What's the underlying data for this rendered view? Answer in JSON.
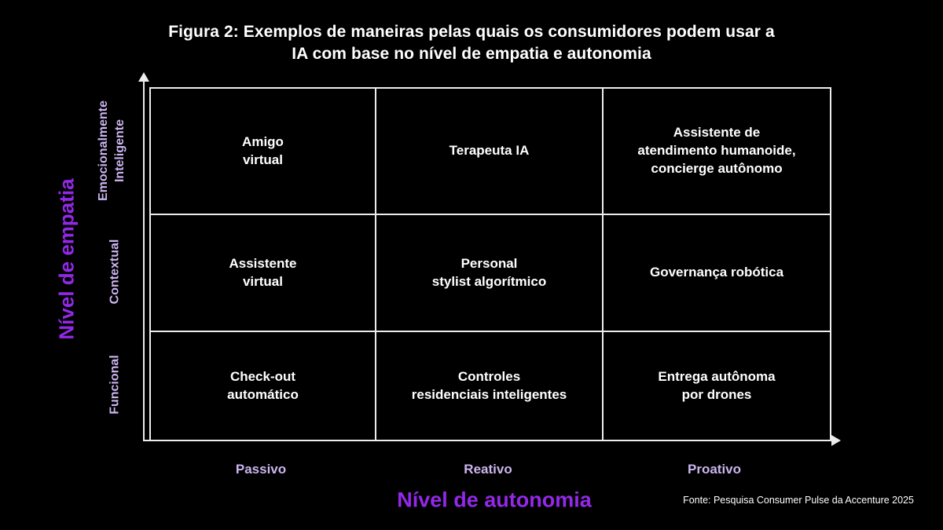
{
  "title": "Figura 2: Exemplos de maneiras pelas quais os consumidores podem usar a\nIA com base no nível de empatia e autonomia",
  "colors": {
    "background": "#000000",
    "accent_purple": "#9428e8",
    "category_lavender": "#cbb5ef",
    "grid_line": "#ededed",
    "text_white": "#ffffff"
  },
  "y_axis": {
    "title": "Nível de empatia",
    "categories": [
      "Emocionalmente\nInteligente",
      "Contextual",
      "Funcional"
    ]
  },
  "x_axis": {
    "title": "Nível de autonomia",
    "categories": [
      "Passivo",
      "Reativo",
      "Proativo"
    ]
  },
  "matrix": {
    "rows": [
      [
        "Amigo\nvirtual",
        "Terapeuta IA",
        "Assistente de\natendimento humanoide,\nconcierge autônomo"
      ],
      [
        "Assistente\nvirtual",
        "Personal\nstylist algorítmico",
        "Governança robótica"
      ],
      [
        "Check-out\nautomático",
        "Controles\nresidenciais inteligentes",
        "Entrega autônoma\npor drones"
      ]
    ]
  },
  "source": "Fonte: Pesquisa Consumer Pulse da Accenture 2025",
  "chart_data": {
    "type": "table",
    "title": "Figura 2: Exemplos de maneiras pelas quais os consumidores podem usar a IA com base no nível de empatia e autonomia",
    "xlabel": "Nível de autonomia",
    "ylabel": "Nível de empatia",
    "x_categories": [
      "Passivo",
      "Reativo",
      "Proativo"
    ],
    "y_categories": [
      "Emocionalmente Inteligente",
      "Contextual",
      "Funcional"
    ],
    "cells": [
      [
        "Amigo virtual",
        "Terapeuta IA",
        "Assistente de atendimento humanoide, concierge autônomo"
      ],
      [
        "Assistente virtual",
        "Personal stylist algorítmico",
        "Governança robótica"
      ],
      [
        "Check-out automático",
        "Controles residenciais inteligentes",
        "Entrega autônoma por drones"
      ]
    ],
    "legend_position": "none",
    "grid": true
  }
}
